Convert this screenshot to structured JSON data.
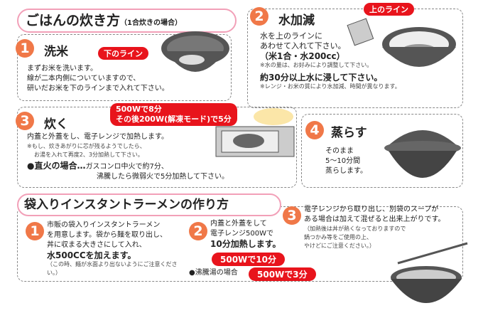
{
  "rice": {
    "title": "ごはんの炊き方",
    "subtitle": "（1合炊きの場合）",
    "step1": {
      "num": "1",
      "heading": "洗米",
      "label": "下のライン",
      "lines": [
        "まずお米を洗います。",
        "線が二本内側についていますので、",
        "研いだお米を下のラインまで入れて下さい。"
      ]
    },
    "step2": {
      "num": "2",
      "heading": "水加減",
      "label": "上のライン",
      "lines": [
        "水を上のラインに",
        "あわせて入れて下さい。",
        "（米1合・水200cc）"
      ],
      "note1": "※水の量は、お好みにより調整して下さい。",
      "soak": "約30分以上水に浸して下さい。",
      "note2": "※レンジ・お米の質により水加減、時間が異なります。"
    },
    "step3": {
      "num": "3",
      "heading": "炊く",
      "badge1": "500Wで8分",
      "badge2": "その後200W(解凍モード)で5分",
      "lines": [
        "内蓋と外蓋をし、電子レンジで加熱します。"
      ],
      "notes": [
        "※もし、炊きあがりに芯が残るようでしたら、",
        "お湯を入れて再度2、3分加熱して下さい。"
      ],
      "fire_label": "●直火の場合…",
      "fire": [
        "ガスコンロ中火で約7分、",
        "沸騰したら微弱火で5分加熱して下さい。"
      ]
    },
    "step4": {
      "num": "4",
      "heading": "蒸らす",
      "lines": [
        "そのまま",
        "5〜10分間",
        "蒸らします。"
      ]
    }
  },
  "ramen": {
    "title": "袋入りインスタントラーメンの作り方",
    "step1": {
      "num": "1",
      "lines": [
        "市販の袋入りインスタントラーメン",
        "を用意します。袋から麺を取り出し、",
        "丼に収まる大きさにして入れ、"
      ],
      "water": "水500CCを加えます。",
      "note": "（この時、麺が水面より出ないようにご注意ください。）"
    },
    "step2": {
      "num": "2",
      "lines": [
        "内蓋と外蓋をして",
        "電子レンジ500Wで",
        "10分加熱します。"
      ],
      "badge": "500Wで10分",
      "boil_label": "●沸騰湯の場合",
      "boil_badge": "500Wで3分"
    },
    "step3": {
      "num": "3",
      "lines": [
        "電子レンジから取り出し、別袋のスープが",
        "ある場合は加えて混ぜると出来上がりです。"
      ],
      "notes": [
        "（加熱後は丼が熱くなっておりますので",
        "鍋つかみ等をご使用の上、",
        "やけどにご注意ください。）"
      ]
    }
  }
}
